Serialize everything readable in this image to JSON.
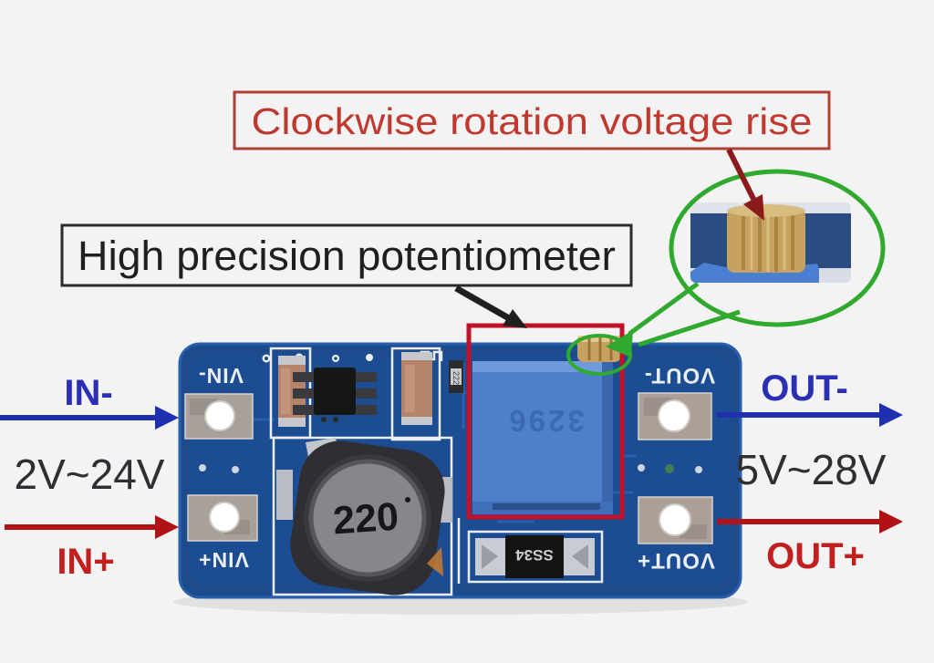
{
  "annotations": {
    "clockwise": "Clockwise rotation voltage rise",
    "potentiometer": "High precision potentiometer"
  },
  "left": {
    "in_minus": "IN-",
    "range": "2V~24V",
    "in_plus": "IN+"
  },
  "right": {
    "out_minus": "OUT-",
    "range": "5V~28V",
    "out_plus": "OUT+"
  },
  "silkscreen": {
    "vin_minus": "VIN-",
    "vin_plus": "VIN+",
    "vout_minus": "VOUT-",
    "vout_plus": "VOUT+"
  },
  "components": {
    "inductor": "220",
    "potentiometer": "3296",
    "diode": "SS34",
    "resistor": "222"
  },
  "colors": {
    "pcb_blue": "#1c4b8e",
    "pot_blue": "#4d7fcb",
    "annotation_red": "#c0392f",
    "highlight_box_red": "#c0132a",
    "callout_green": "#2faa2f",
    "io_blue": "#2a2fb5",
    "io_red": "#b01215",
    "brass": "#c7a160"
  }
}
